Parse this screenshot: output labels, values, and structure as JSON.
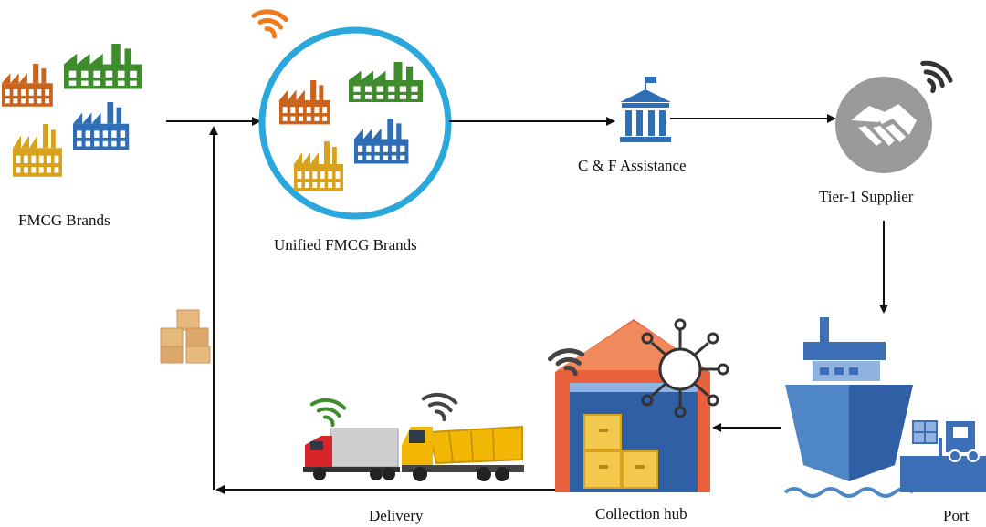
{
  "diagram": {
    "nodes": {
      "fmcg_brands": "FMCG Brands",
      "unified_fmcg_brands": "Unified FMCG Brands",
      "cf_assistance": "C & F Assistance",
      "tier1_supplier": "Tier-1 Supplier",
      "port": "Port",
      "collection_hub": "Collection hub",
      "delivery": "Delivery"
    },
    "icons": [
      "factory-icon",
      "wifi-icon",
      "bank-icon",
      "handshake-icon",
      "ship-icon",
      "forklift-icon",
      "warehouse-icon",
      "network-icon",
      "truck-icon",
      "dump-truck-icon",
      "boxes-icon"
    ],
    "colors": {
      "factory_orange": "#c8641e",
      "factory_green": "#3f8c2c",
      "factory_yellow": "#d9a21c",
      "factory_blue": "#2f6db5",
      "ring_blue": "#2aa7dc",
      "wifi_orange": "#f07a1c",
      "ship_blue": "#3d6fb7",
      "warehouse_red": "#e8613c"
    }
  }
}
